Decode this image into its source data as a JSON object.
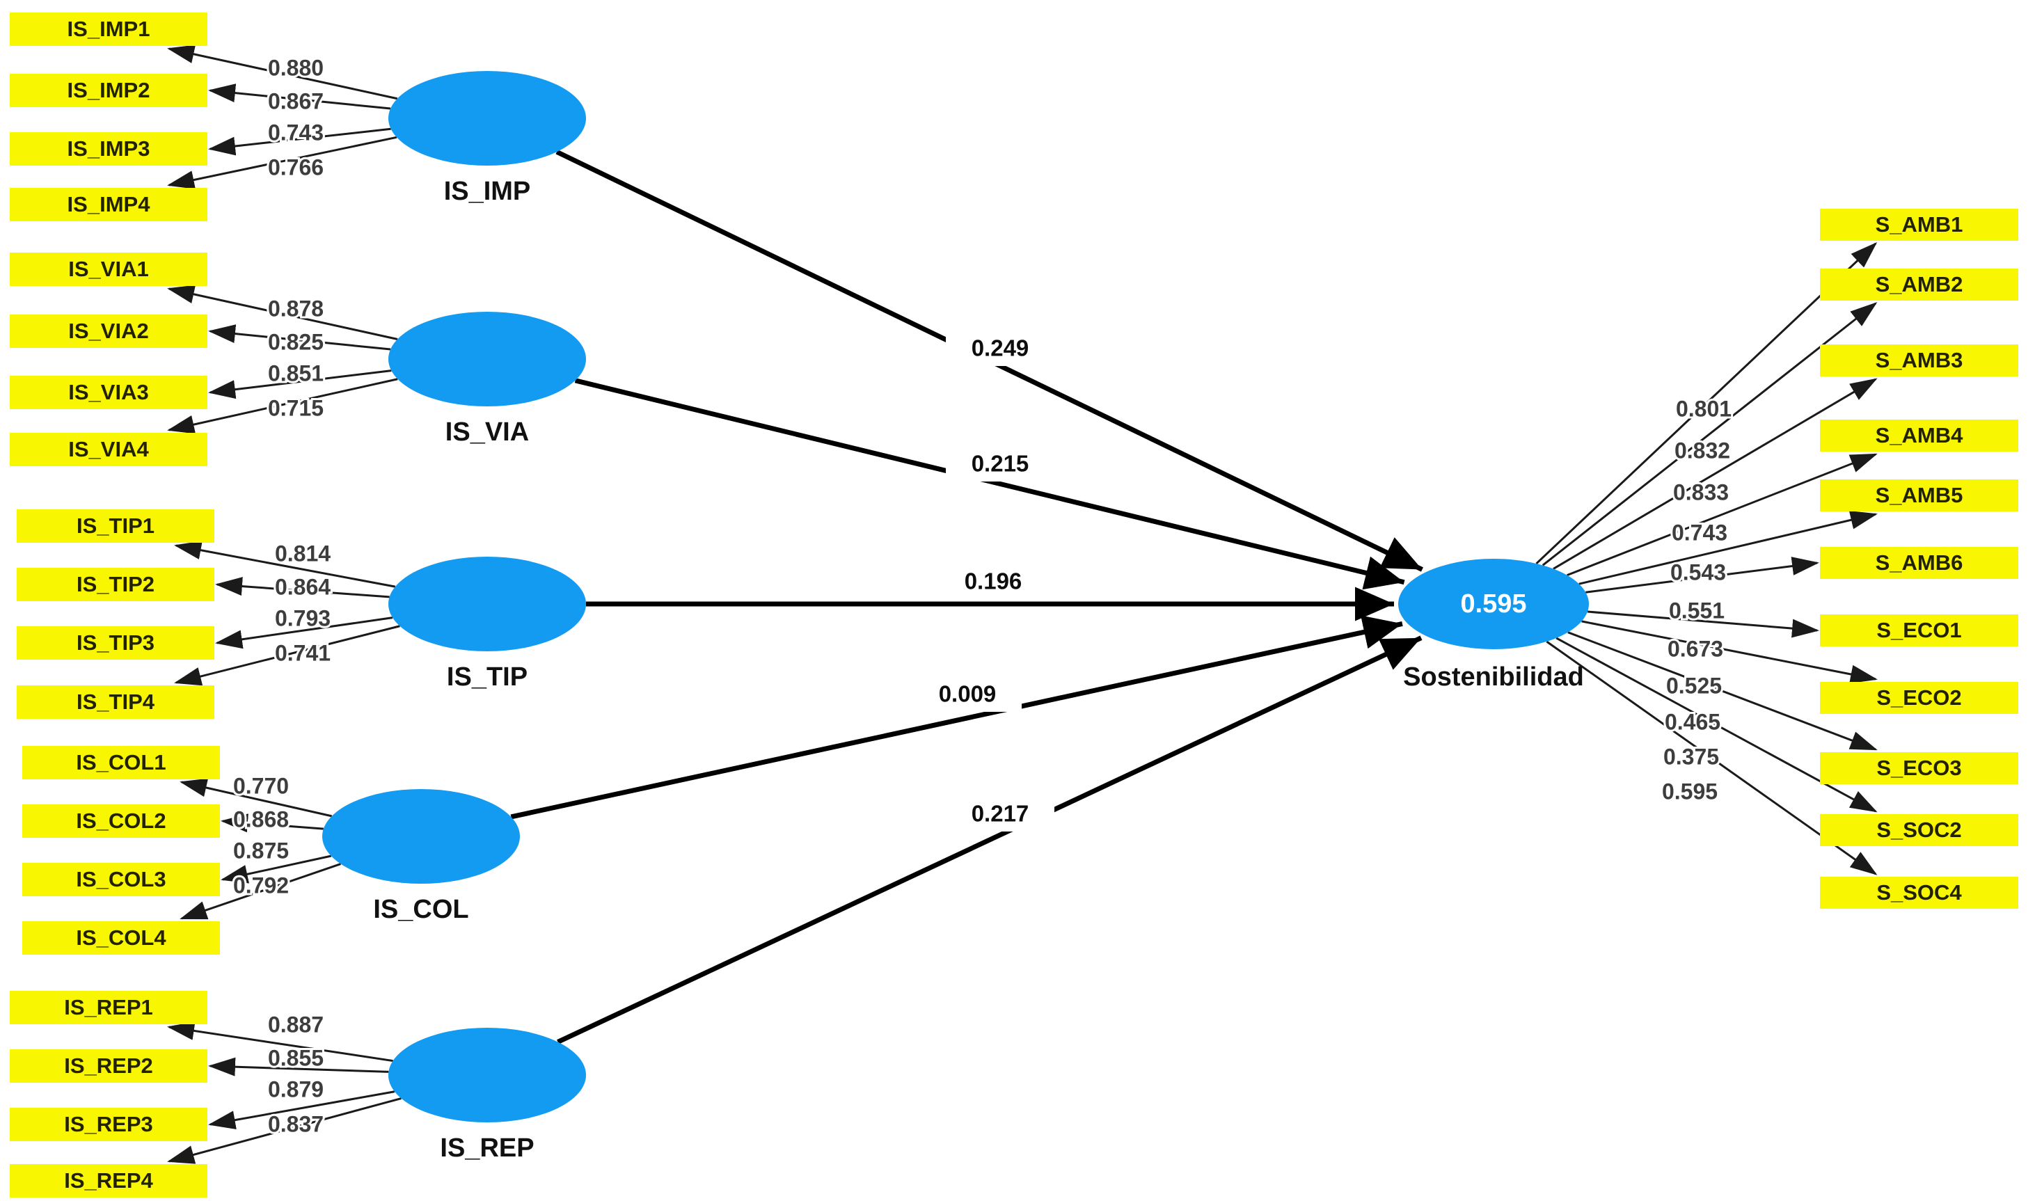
{
  "figure": {
    "type": "pls-sem-path-model",
    "outcome": {
      "label": "Sostenibilidad",
      "r_squared": "0.595"
    },
    "constructs": [
      {
        "label": "IS_IMP",
        "path_coefficient": "0.249",
        "indicators": [
          {
            "id": "IS_IMP1",
            "loading": "0.880"
          },
          {
            "id": "IS_IMP2",
            "loading": "0.867"
          },
          {
            "id": "IS_IMP3",
            "loading": "0.743"
          },
          {
            "id": "IS_IMP4",
            "loading": "0.766"
          }
        ]
      },
      {
        "label": "IS_VIA",
        "path_coefficient": "0.215",
        "indicators": [
          {
            "id": "IS_VIA1",
            "loading": "0.878"
          },
          {
            "id": "IS_VIA2",
            "loading": "0.825"
          },
          {
            "id": "IS_VIA3",
            "loading": "0.851"
          },
          {
            "id": "IS_VIA4",
            "loading": "0.715"
          }
        ]
      },
      {
        "label": "IS_TIP",
        "path_coefficient": "0.196",
        "indicators": [
          {
            "id": "IS_TIP1",
            "loading": "0.814"
          },
          {
            "id": "IS_TIP2",
            "loading": "0.864"
          },
          {
            "id": "IS_TIP3",
            "loading": "0.793"
          },
          {
            "id": "IS_TIP4",
            "loading": "0.741"
          }
        ]
      },
      {
        "label": "IS_COL",
        "path_coefficient": "0.009",
        "indicators": [
          {
            "id": "IS_COL1",
            "loading": "0.770"
          },
          {
            "id": "IS_COL2",
            "loading": "0.868"
          },
          {
            "id": "IS_COL3",
            "loading": "0.875"
          },
          {
            "id": "IS_COL4",
            "loading": "0.792"
          }
        ]
      },
      {
        "label": "IS_REP",
        "path_coefficient": "0.217",
        "indicators": [
          {
            "id": "IS_REP1",
            "loading": "0.887"
          },
          {
            "id": "IS_REP2",
            "loading": "0.855"
          },
          {
            "id": "IS_REP3",
            "loading": "0.879"
          },
          {
            "id": "IS_REP4",
            "loading": "0.837"
          }
        ]
      }
    ],
    "outcome_indicators": [
      {
        "id": "S_AMB1",
        "loading": "0.801"
      },
      {
        "id": "S_AMB2",
        "loading": "0.832"
      },
      {
        "id": "S_AMB3",
        "loading": "0.833"
      },
      {
        "id": "S_AMB4",
        "loading": "0.743"
      },
      {
        "id": "S_AMB5",
        "loading": "0.543"
      },
      {
        "id": "S_AMB6",
        "loading": "0.551"
      },
      {
        "id": "S_ECO1",
        "loading": "0.673"
      },
      {
        "id": "S_ECO2",
        "loading": "0.525"
      },
      {
        "id": "S_ECO3",
        "loading": "0.465"
      },
      {
        "id": "S_SOC2",
        "loading": "0.375"
      },
      {
        "id": "S_SOC4",
        "loading": "0.595"
      }
    ],
    "colors": {
      "latent_fill": "#129BF0",
      "indicator_fill": "#F8F600",
      "line": "#1a1a1a",
      "r2_text": "#ffffff"
    }
  }
}
